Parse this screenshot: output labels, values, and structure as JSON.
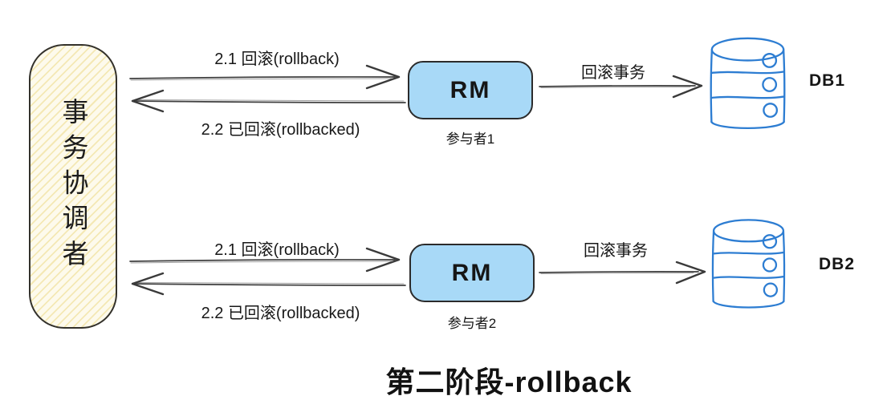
{
  "title": "第二阶段-rollback",
  "coordinator": {
    "label": "事务协调者"
  },
  "rows": [
    {
      "request_label": "2.1 回滚(rollback)",
      "response_label": "2.2 已回滚(rollbacked)",
      "rm_label": "RM",
      "participant_label": "参与者1",
      "db_arrow_label": "回滚事务",
      "db_label": "DB1"
    },
    {
      "request_label": "2.1 回滚(rollback)",
      "response_label": "2.2 已回滚(rollbacked)",
      "rm_label": "RM",
      "participant_label": "参与者2",
      "db_arrow_label": "回滚事务",
      "db_label": "DB2"
    }
  ],
  "icons": {
    "database_icon": "db-cylinder",
    "arrow_right_icon": "arrow-right",
    "arrow_left_icon": "arrow-left"
  },
  "colors": {
    "coordinator_fill": "#fdfaec",
    "coordinator_hatch": "#f4e8b4",
    "rm_fill": "#a8d9f7",
    "db_stroke": "#2d7dd2",
    "arrow_stroke": "#3f3f3f",
    "border": "#2b2b2b",
    "text": "#1a1a1a",
    "background": "#ffffff"
  }
}
